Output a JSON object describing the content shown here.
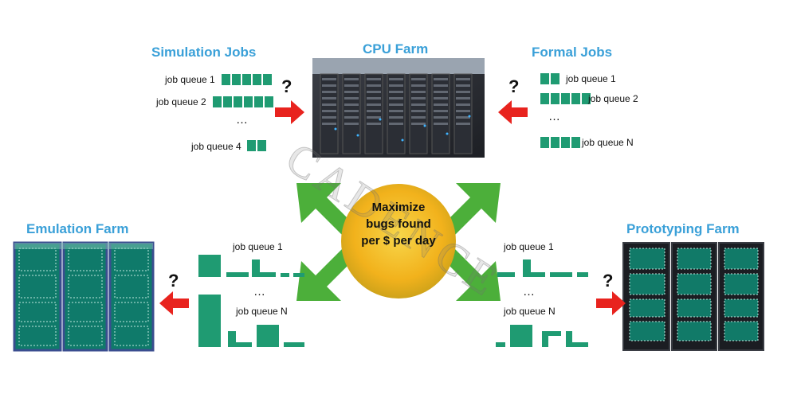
{
  "titles": {
    "simulation": "Simulation Jobs",
    "cpu_farm": "CPU Farm",
    "formal": "Formal Jobs",
    "emulation": "Emulation Farm",
    "prototyping": "Prototyping Farm"
  },
  "simulation_queues": [
    {
      "label": "job queue 1",
      "blocks": 5
    },
    {
      "label": "job queue 2",
      "blocks": 6
    },
    {
      "label": "job queue 4",
      "blocks": 2
    }
  ],
  "formal_queues": [
    {
      "label": "job queue 1",
      "blocks": 2
    },
    {
      "label": "job queue 2",
      "blocks": 5
    },
    {
      "label": "job queue N",
      "blocks": 4
    }
  ],
  "emulation_queues": {
    "q1": "job queue 1",
    "qn": "job queue N"
  },
  "prototyping_queues": {
    "q1": "job queue 1",
    "qn": "job queue N"
  },
  "ellipsis": "…",
  "question": "?",
  "goal": {
    "line1": "Maximize",
    "line2": "bugs found",
    "line3": "per $ per day"
  },
  "watermark": "CADENCE",
  "colors": {
    "queue_block": "#1f9b72",
    "arrow": "#e8231e",
    "title": "#3aa0d8",
    "center_arrows": "#4caf3a",
    "center_circle": "#f2b21c"
  }
}
